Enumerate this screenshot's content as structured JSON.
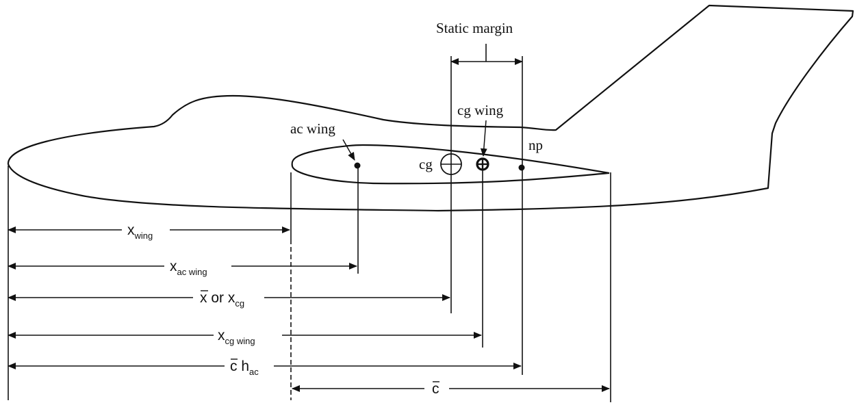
{
  "labels": {
    "static_margin": "Static margin",
    "cg_wing": "cg wing",
    "ac_wing": "ac wing",
    "np": "np",
    "cg": "cg"
  },
  "dimensions": {
    "x_wing": {
      "base": "x",
      "sub": "wing"
    },
    "x_ac_wing": {
      "base": "x",
      "sub": "ac wing"
    },
    "x_bar_or_x_cg": {
      "base": "x",
      "connector": " or x",
      "sub": "cg"
    },
    "x_cg_wing": {
      "base": "x",
      "sub": "cg wing"
    },
    "c_bar_h_ac": {
      "base": "c",
      "rest": " h",
      "sub": "ac"
    },
    "c_bar": {
      "base": "c"
    }
  }
}
